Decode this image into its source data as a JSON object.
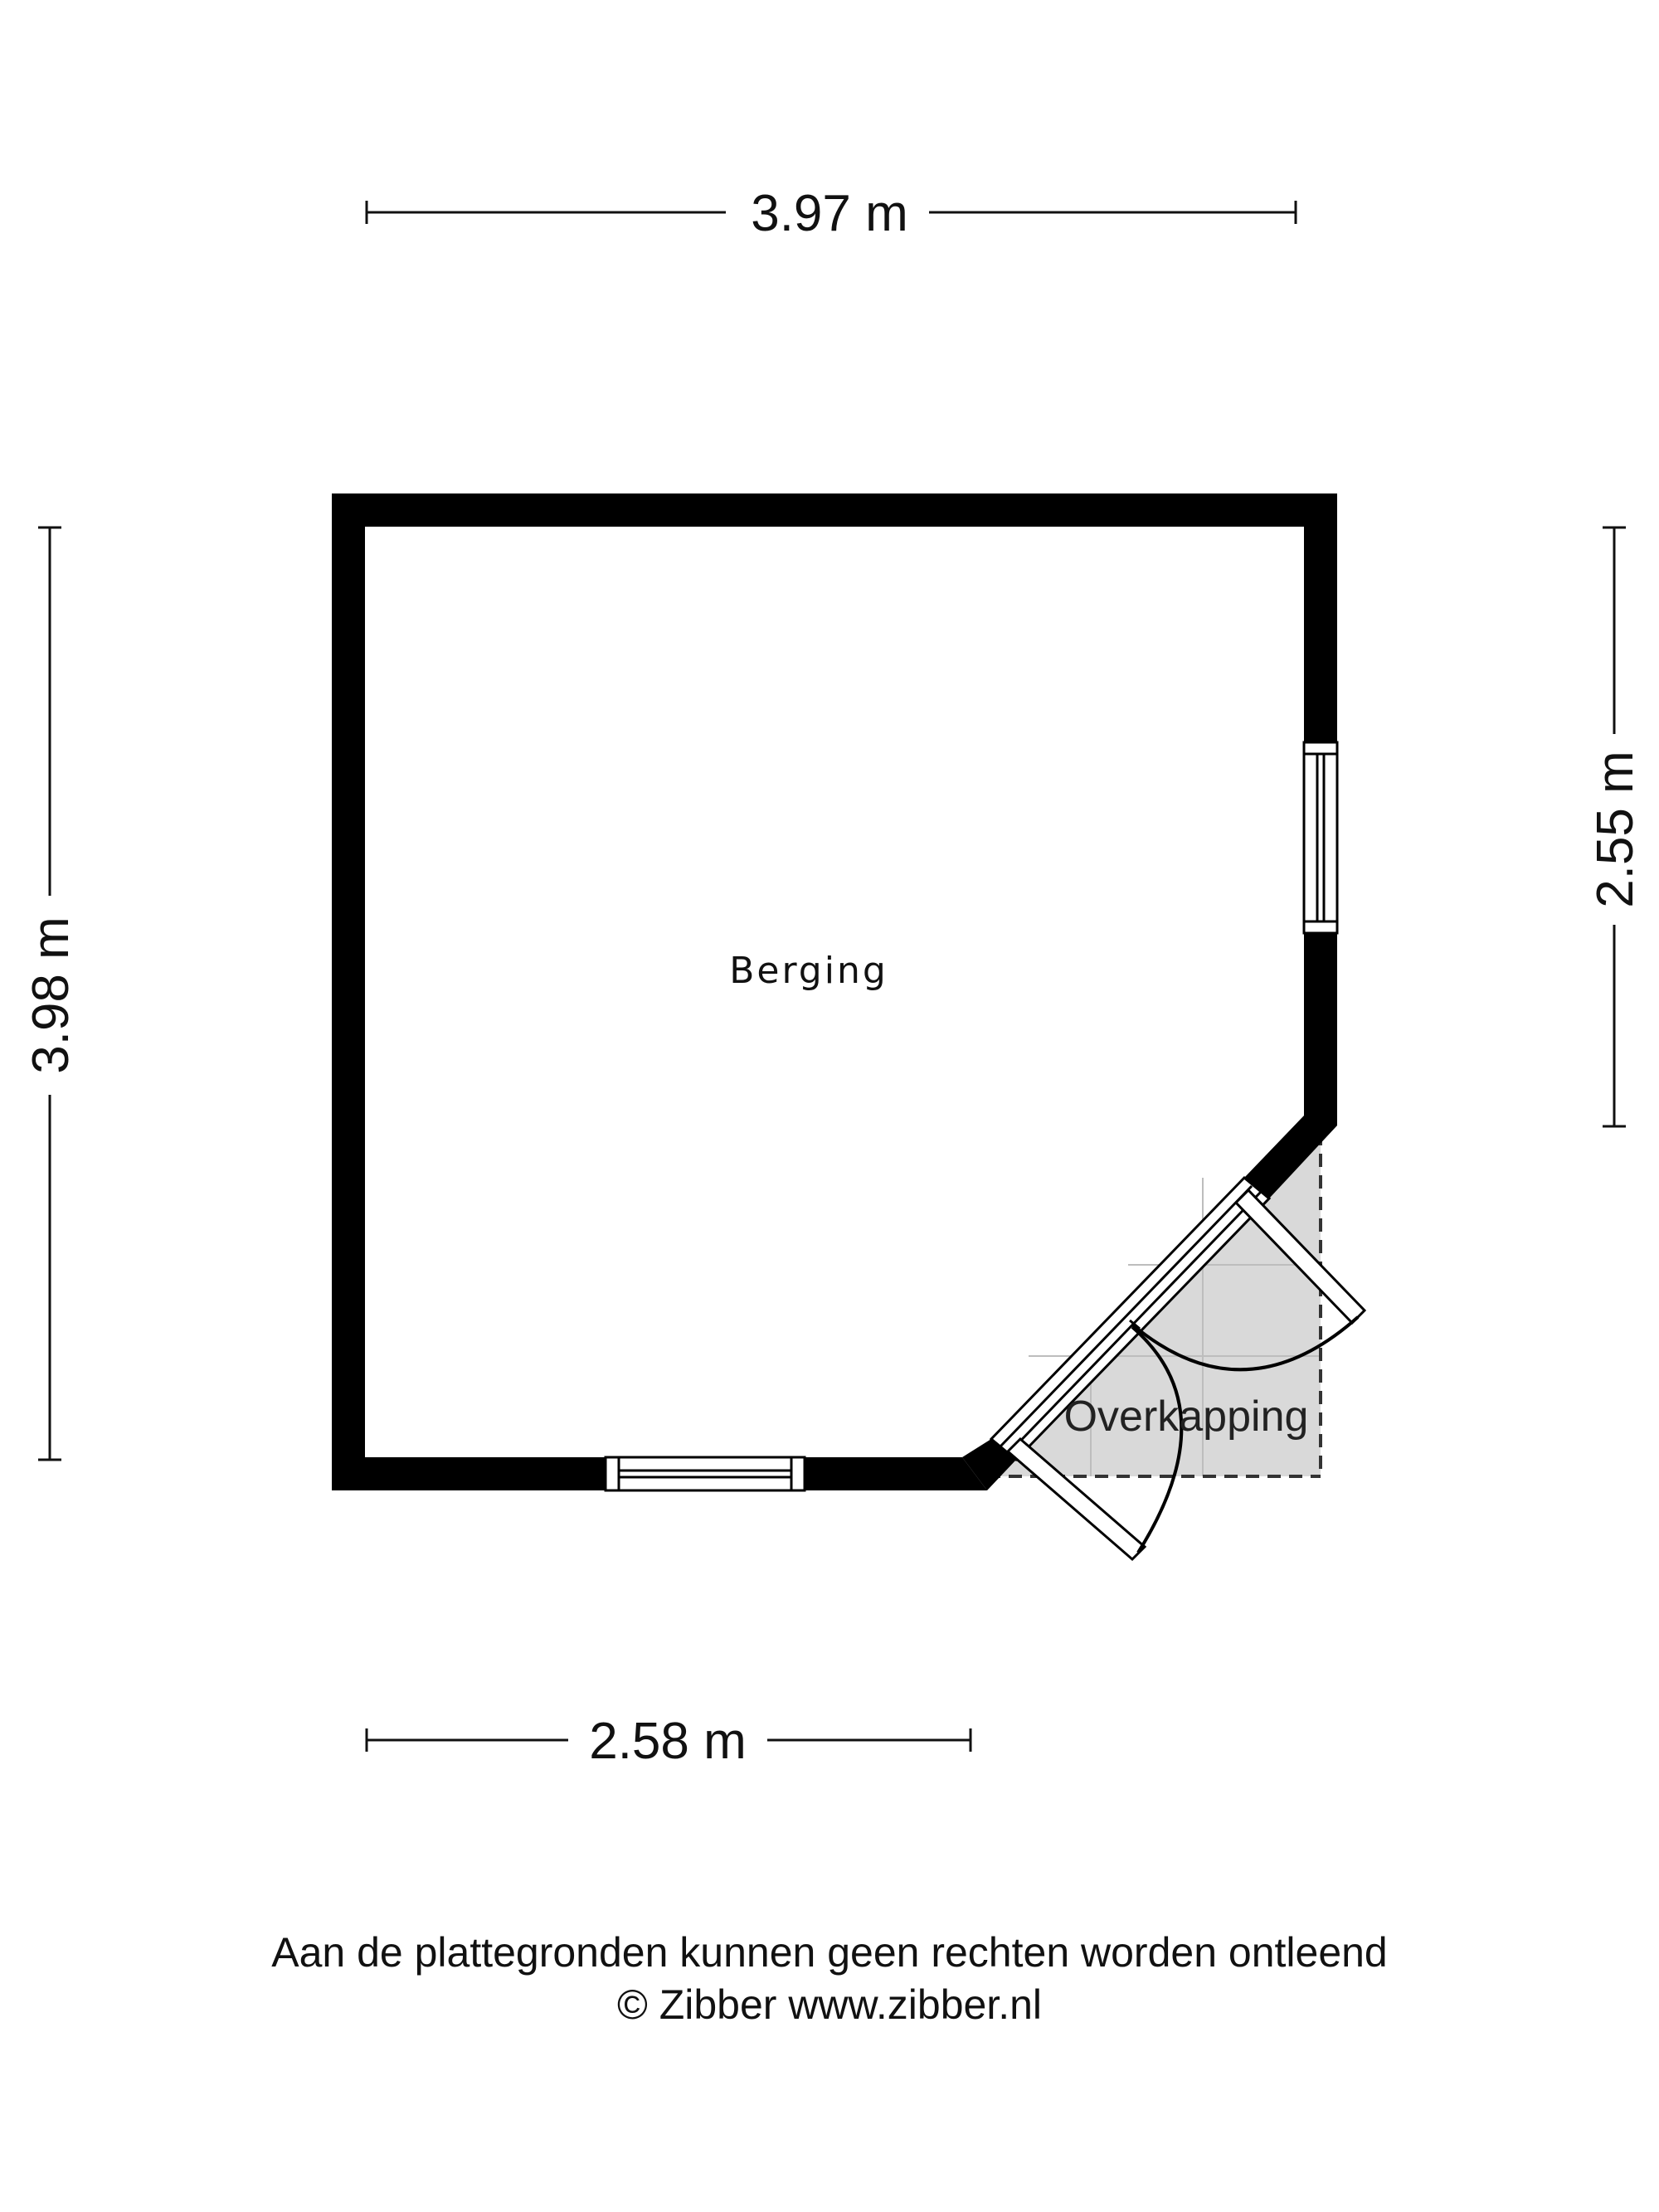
{
  "dimensions": {
    "top_width": "3.97 m",
    "left_height": "3.98 m",
    "right_height": "2.55 m",
    "bottom_width": "2.58 m"
  },
  "rooms": {
    "main": "Berging",
    "covered": "Overkapping"
  },
  "footer": {
    "disclaimer": "Aan de plattegronden kunnen geen rechten worden ontleend",
    "copyright": "© Zibber www.zibber.nl"
  },
  "colors": {
    "wall": "#000000",
    "covered_area": "#d9d9d9",
    "line": "#111111"
  }
}
